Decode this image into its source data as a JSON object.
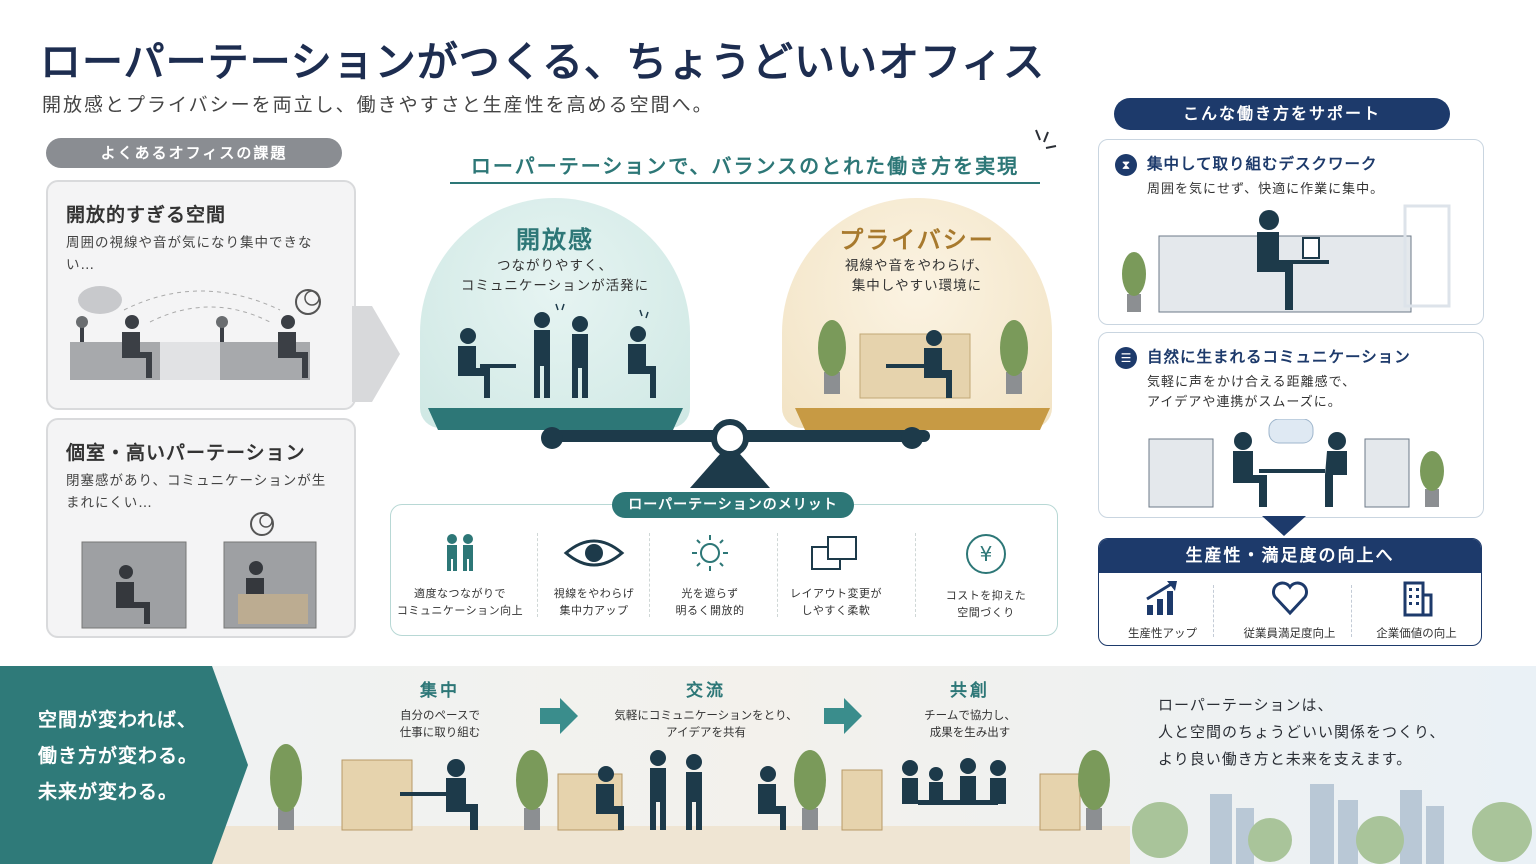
{
  "header": {
    "title": "ローパーテーションがつくる、ちょうどいいオフィス",
    "subtitle": "開放感とプライバシーを両立し、働きやすさと生産性を高める空間へ。"
  },
  "issues": {
    "pill": "よくあるオフィスの課題",
    "cards": [
      {
        "title": "開放的すぎる空間",
        "desc": "周囲の視線や音が気になり集中できない…"
      },
      {
        "title": "個室・高いパーテーション",
        "desc": "閉塞感があり、コミュニケーションが生まれにくい…"
      }
    ]
  },
  "balance": {
    "title": "ローパーテーションで、バランスのとれた働き方を実現",
    "left": {
      "head": "開放感",
      "line1": "つながりやすく、",
      "line2": "コミュニケーションが活発に"
    },
    "right": {
      "head": "プライバシー",
      "line1": "視線や音をやわらげ、",
      "line2": "集中しやすい環境に"
    }
  },
  "merits": {
    "pill": "ローパーテーションのメリット",
    "items": [
      {
        "icon": "people-icon",
        "line1": "適度なつながりで",
        "line2": "コミュニケーション向上"
      },
      {
        "icon": "eye-icon",
        "line1": "視線をやわらげ",
        "line2": "集中力アップ"
      },
      {
        "icon": "sun-icon",
        "line1": "光を遮らず",
        "line2": "明るく開放的"
      },
      {
        "icon": "layout-icon",
        "line1": "レイアウト変更が",
        "line2": "しやすく柔軟"
      },
      {
        "icon": "yen-icon",
        "line1": "コストを抑えた",
        "line2": "空間づくり"
      }
    ]
  },
  "support": {
    "pill": "こんな働き方をサポート",
    "cards": [
      {
        "title": "集中して取り組むデスクワーク",
        "line1": "周囲を気にせず、快適に作業に集中。",
        "line2": ""
      },
      {
        "title": "自然に生まれるコミュニケーション",
        "line1": "気軽に声をかけ合える距離感で、",
        "line2": "アイデアや連携がスムーズに。"
      }
    ],
    "productivity": {
      "head": "生産性・満足度の向上へ",
      "items": [
        {
          "icon": "chart-up-icon",
          "label": "生産性アップ"
        },
        {
          "icon": "heart-icon",
          "label": "従業員満足度向上"
        },
        {
          "icon": "building-icon",
          "label": "企業価値の向上"
        }
      ]
    }
  },
  "bottom": {
    "lead": [
      "空間が変われば、",
      "働き方が変わる。",
      "未来が変わる。"
    ],
    "steps": [
      {
        "head": "集中",
        "line1": "自分のペースで",
        "line2": "仕事に取り組む"
      },
      {
        "head": "交流",
        "line1": "気軽にコミュニケーションをとり、",
        "line2": "アイデアを共有"
      },
      {
        "head": "共創",
        "line1": "チームで協力し、",
        "line2": "成果を生み出す"
      }
    ],
    "closing": [
      "ローパーテーションは、",
      "人と空間のちょうどいい関係をつくり、",
      "より良い働き方と未来を支えます。"
    ]
  },
  "colors": {
    "navy": "#1d3a6b",
    "teal": "#2d7777",
    "gray": "#8a8d92",
    "gold": "#a87a2e"
  }
}
